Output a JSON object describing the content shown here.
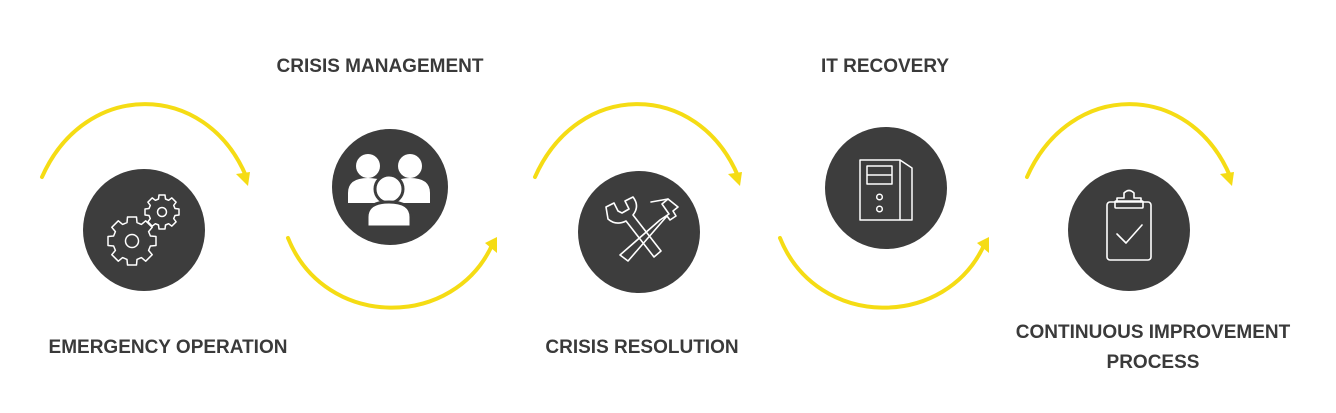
{
  "accent_color": "#f5dc14",
  "circle_color": "#3d3d3d",
  "icon_color": "#ffffff",
  "steps": [
    {
      "label_lines": [
        "EMERGENCY OPERATION"
      ],
      "icon": "gears-icon"
    },
    {
      "label_lines": [
        "CRISIS MANAGEMENT"
      ],
      "icon": "people-group-icon"
    },
    {
      "label_lines": [
        "CRISIS RESOLUTION"
      ],
      "icon": "wrench-hammer-icon"
    },
    {
      "label_lines": [
        "IT RECOVERY"
      ],
      "icon": "server-tower-icon"
    },
    {
      "label_lines": [
        "CONTINUOUS IMPROVEMENT",
        "PROCESS"
      ],
      "icon": "clipboard-check-icon"
    }
  ]
}
